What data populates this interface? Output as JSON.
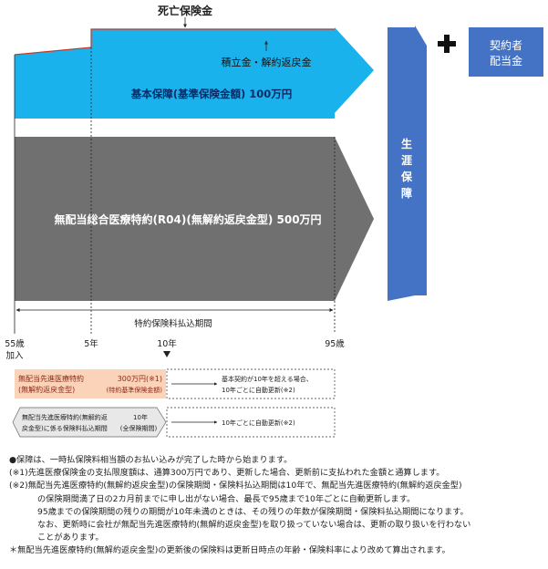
{
  "death_benefit_label": "死亡保険金",
  "accum_label": "積立金・解約返戻金",
  "basic_label": "基本保障(基準保険金額) 100万円",
  "rider_label": "無配当総合医療特約(R04)(無解約返戻金型) 500万円",
  "lifetime_label": "生涯保障",
  "plus_symbol": "+",
  "dividend_box": {
    "line1": "契約者",
    "line2": "配当金"
  },
  "payment_period_label": "特約保険料払込期間",
  "timeline": {
    "start_age": "55歳",
    "start_sub": "加入",
    "yr5": "5年",
    "yr10": "10年",
    "end_age": "95歳"
  },
  "advanced_rider": {
    "name_line1": "無配当先進医療特約",
    "name_line2": "(無解約返戻金型)",
    "amount_line1": "300万円(※1)",
    "amount_line2": "(特約基準保険金額)",
    "renew_line1": "基本契約が10年を超える場合、",
    "renew_line2": "10年ごとに自動更新(※2)"
  },
  "advanced_premium_rider": {
    "name_line1": "無配当先進医療特約(無解約返",
    "name_line2": "戻金型)に係る保険料払込期間",
    "term_line1": "10年",
    "term_line2": "(全保険期間)",
    "renew_line1": "10年ごとに自動更新(※2)"
  },
  "notes": [
    "●保障は、一時払保険料相当額のお払い込みが完了した時から始まります。",
    "(※1)先進医療保険金の支払限度額は、通算300万円であり、更新した場合、更新前に支払われた金額と通算します。",
    "(※2)無配当先進医療特約(無解約返戻金型)の保険期間・保険料払込期間は10年で、無配当先進医療特約(無解約返戻金型)",
    "の保険期間満了日の2カ月前までに申し出がない場合、最長で95歳まで10年ごとに自動更新します。",
    "95歳までの保険期間の残りの期間が10年未満のときは、その残りの年数が保険期間・保険料払込期間になります。",
    "なお、更新時に会社が無配当先進医療特約(無解約返戻金型)を取り扱っていない場合は、更新の取り扱いを行わない",
    "ことがあります。",
    "＊無配当先進医療特約(無解約返戻金型)の更新後の保険料は更新日時点の年齢・保険料率により改めて算出されます。"
  ],
  "colors": {
    "blue": "#1ab2ec",
    "blue_text": "#0a2a66",
    "gray": "#707070",
    "pillar": "#4472c4",
    "dividend_box": "#4472c4",
    "salmon": "#fbd3b8",
    "salmon_text": "#8b2b1a",
    "red_line": "#c0392b"
  }
}
